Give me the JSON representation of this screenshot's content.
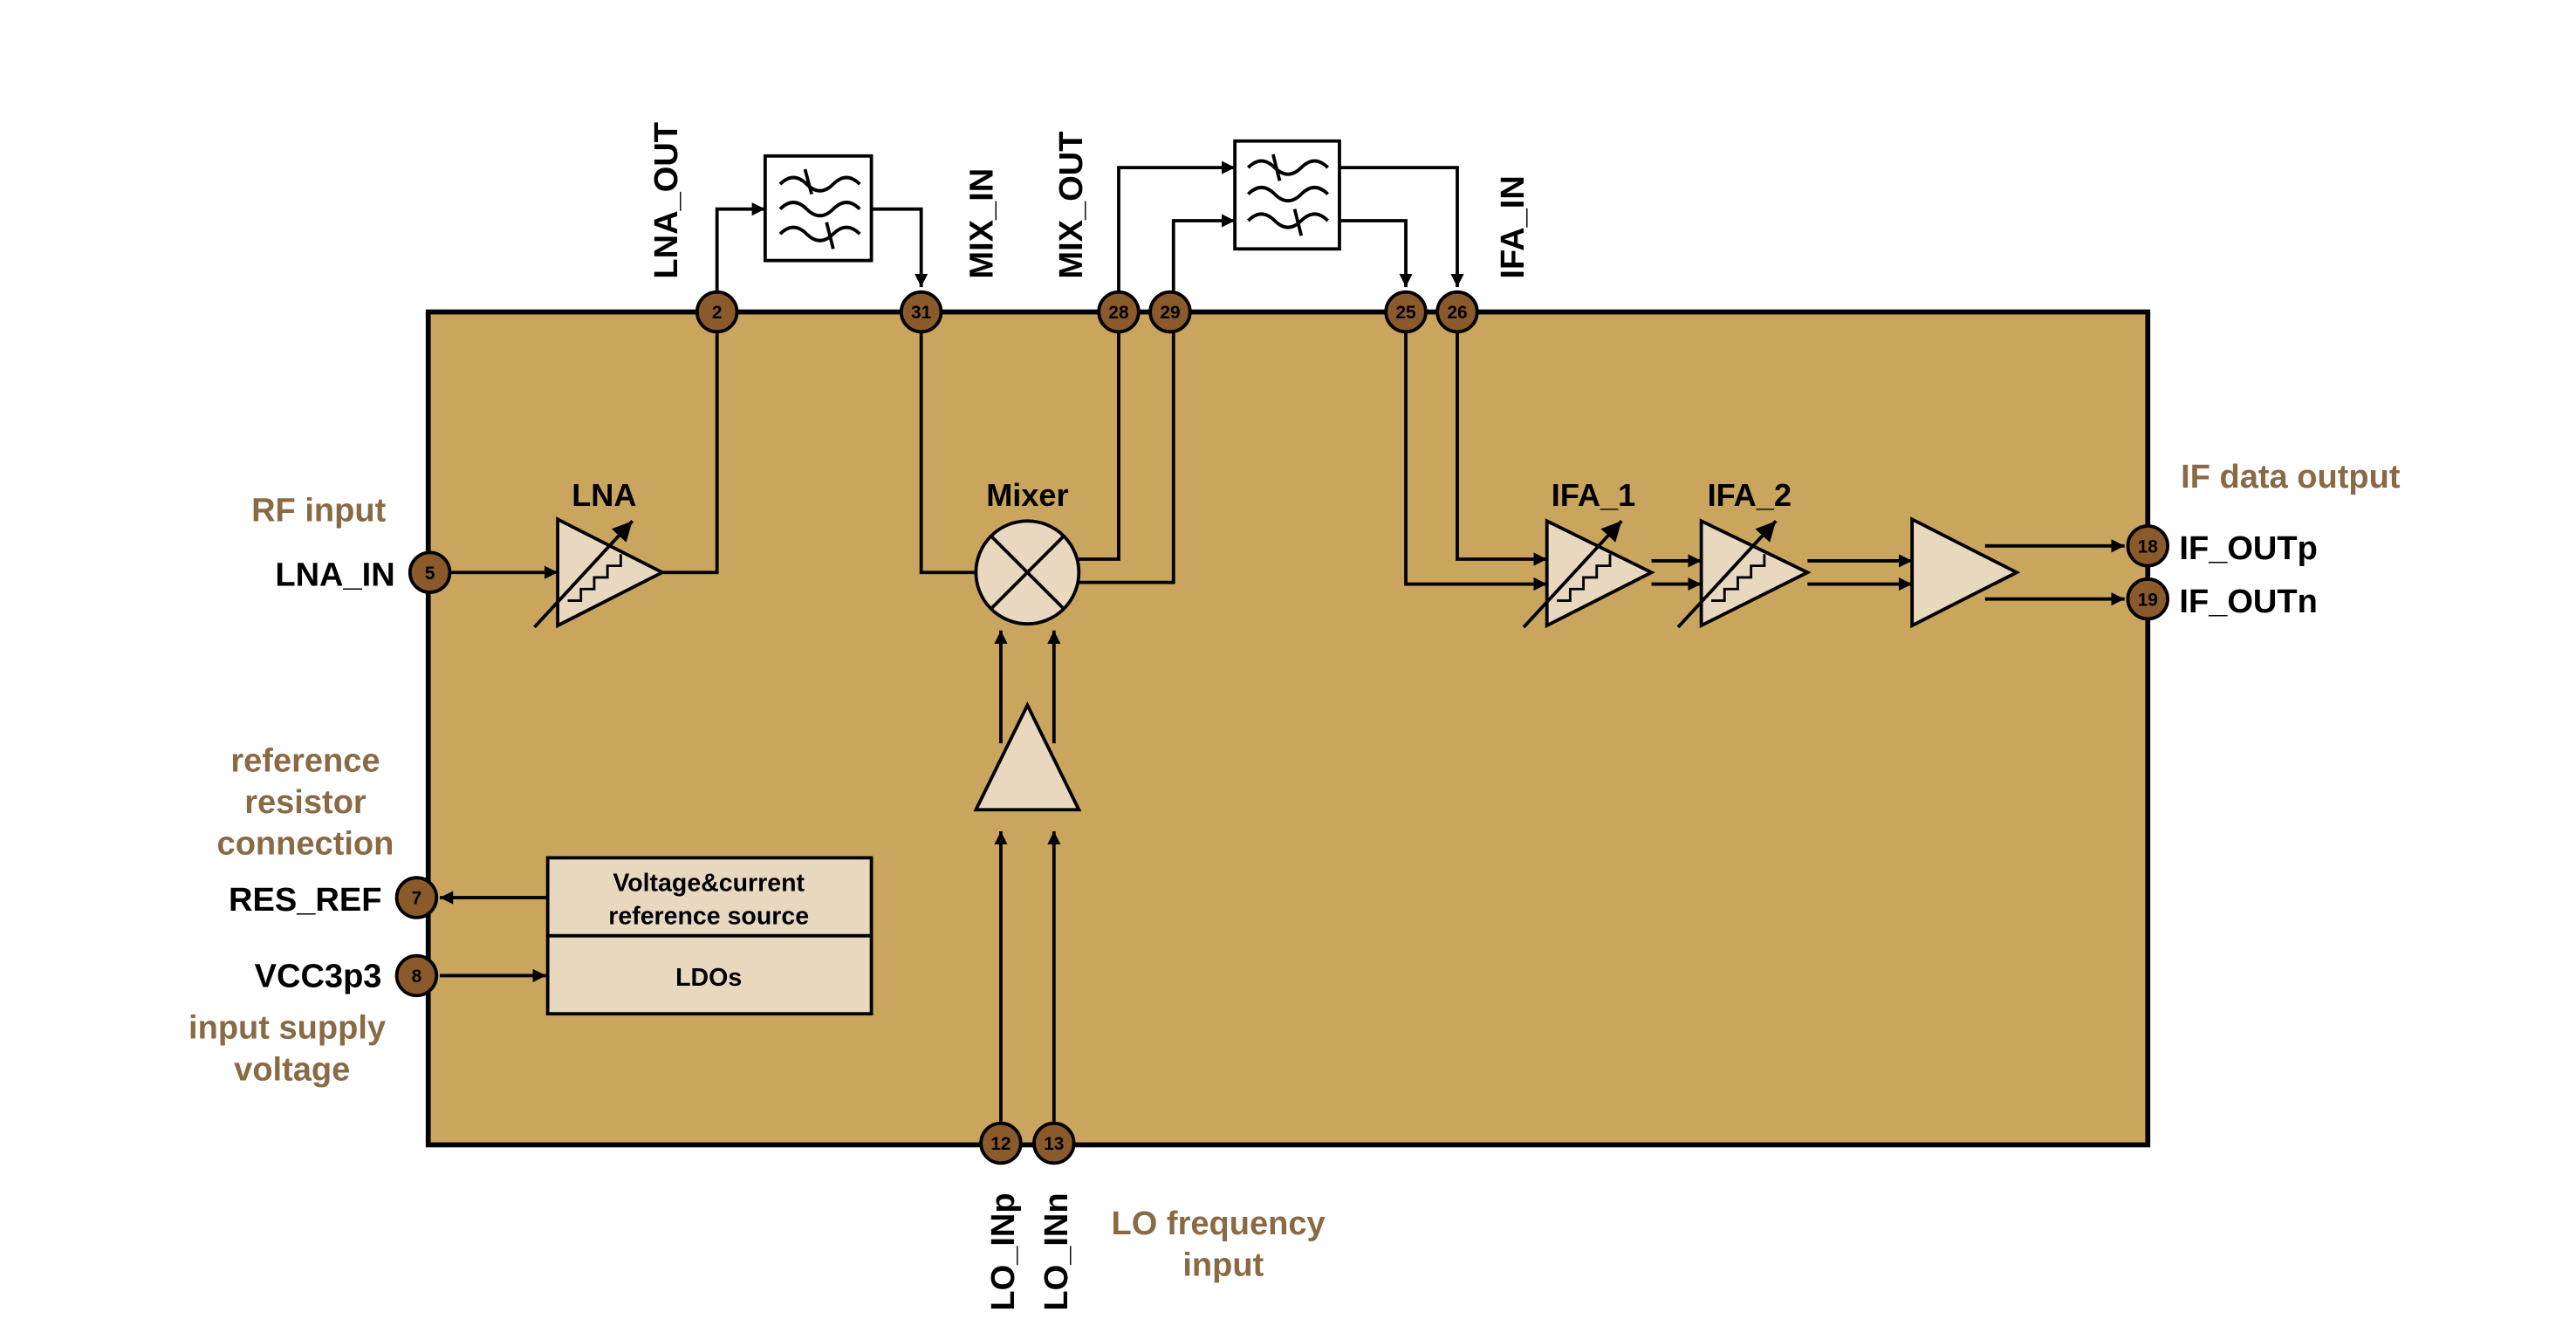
{
  "colors": {
    "chip": "#c9a55e",
    "component": "#e8d8bf",
    "pin": "#8b5a2b",
    "annotation": "#8a6a45",
    "line": "#000000"
  },
  "blocks": {
    "lna": "LNA",
    "mixer": "Mixer",
    "ifa1": "IFA_1",
    "ifa2": "IFA_2",
    "vref_line1": "Voltage&current",
    "vref_line2": "reference source",
    "ldos": "LDOs"
  },
  "pins": {
    "p2": "2",
    "p5": "5",
    "p7": "7",
    "p8": "8",
    "p12": "12",
    "p13": "13",
    "p18": "18",
    "p19": "19",
    "p25": "25",
    "p26": "26",
    "p28": "28",
    "p29": "29",
    "p31": "31"
  },
  "signals": {
    "lna_in": "LNA_IN",
    "lna_out": "LNA_OUT",
    "mix_in": "MIX_IN",
    "mix_out": "MIX_OUT",
    "ifa_in": "IFA_IN",
    "res_ref": "RES_REF",
    "vcc": "VCC3p3",
    "lo_inp": "LO_INp",
    "lo_inn": "LO_INn",
    "if_outp": "IF_OUTp",
    "if_outn": "IF_OUTn"
  },
  "annotations": {
    "rf_input": "RF input",
    "ref_1": "reference",
    "ref_2": "resistor",
    "ref_3": "connection",
    "supply_1": "input supply",
    "supply_2": "voltage",
    "lo_1": "LO frequency",
    "lo_2": "input",
    "if_output": "IF data output"
  },
  "icons": [
    "filter-icon",
    "mixer-icon",
    "amplifier-icon",
    "variable-gain-icon",
    "arrow-icon"
  ]
}
